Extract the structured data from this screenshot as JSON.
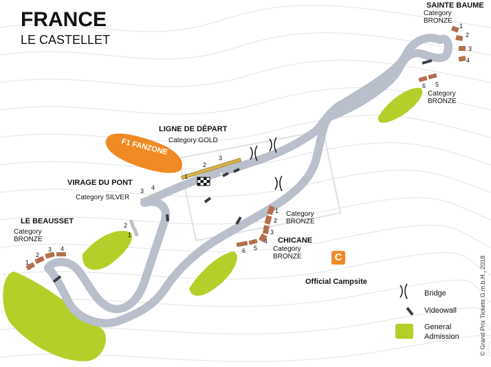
{
  "header": {
    "title": "FRANCE",
    "subtitle": "LE CASTELLET"
  },
  "areas": {
    "sainte_baume": {
      "name": "SAINTE BAUME",
      "category": "Category\nBRONZE",
      "stand_numbers": [
        "1",
        "2",
        "3",
        "4"
      ],
      "stand_numbers_b": [
        "6",
        "5"
      ],
      "category_b": "Category\nBRONZE"
    },
    "ligne_depart": {
      "name": "LIGNE DE DÉPART",
      "category": "Category GOLD",
      "stand_numbers": [
        "1",
        "2",
        "3"
      ]
    },
    "virage_du_pont": {
      "name": "VIRAGE DU PONT",
      "category": "Category SILVER",
      "stand_numbers": [
        "3",
        "4",
        "2",
        "1"
      ]
    },
    "le_beausset": {
      "name": "LE BEAUSSET",
      "category": "Category\nBRONZE",
      "stand_numbers": [
        "1",
        "2",
        "3",
        "4"
      ]
    },
    "chicane": {
      "name": "CHICANE",
      "category_top": "Category\nBRONZE",
      "category": "Category\nBRONZE",
      "stand_numbers": [
        "1",
        "2",
        "3",
        "4",
        "5",
        "6"
      ]
    },
    "fanzone": {
      "name": "F1 FANZONE"
    },
    "campsite": {
      "icon_letter": "C",
      "name": "Official Campsite"
    }
  },
  "legend": {
    "bridge": "Bridge",
    "videowall": "Videowall",
    "general_admission": "General\nAdmission"
  },
  "copyright": "© Grand Prix Tickets G.m.b.H., 2018",
  "colors": {
    "track": "#b9bfcb",
    "fanzone": "#f08a24",
    "general_admission": "#b5cf2a",
    "bronze": "#b36f4c",
    "gold": "#d7b14a",
    "silver": "#c0c0c0"
  }
}
